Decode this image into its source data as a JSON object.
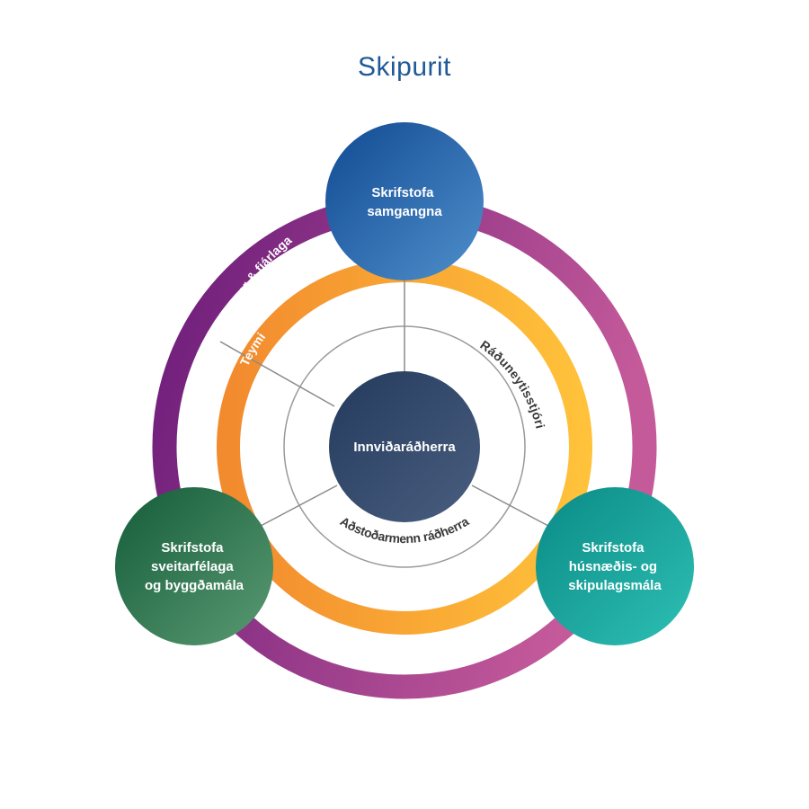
{
  "title": "Skipurit",
  "center": {
    "label": "Innviðaráðherra"
  },
  "nodes": {
    "top": {
      "lines": [
        "Skrifstofa",
        "samgangna"
      ]
    },
    "left": {
      "lines": [
        "Skrifstofa",
        "sveitarfélaga",
        "og byggðamála"
      ]
    },
    "right": {
      "lines": [
        "Skrifstofa",
        "húsnæðis- og",
        "skipulagsmála"
      ]
    }
  },
  "rings": {
    "outer_label": "Skrifstofa stefnumótunar & fjárlaga",
    "middle_label": "Teymi",
    "inner_label_top": "Ráðuneytisstjóri",
    "inner_label_bottom": "Aðstoðarmenn ráðherra"
  },
  "colors": {
    "title": "#1f5a96",
    "outer_ring_start": "#6a1b7a",
    "outer_ring_end": "#c45a9a",
    "middle_ring_start": "#f28a2e",
    "middle_ring_end": "#ffc23a",
    "center": "#2f4566",
    "top_node": "#1d5aa6",
    "left_node": "#237049",
    "right_node": "#1aa9a0"
  }
}
